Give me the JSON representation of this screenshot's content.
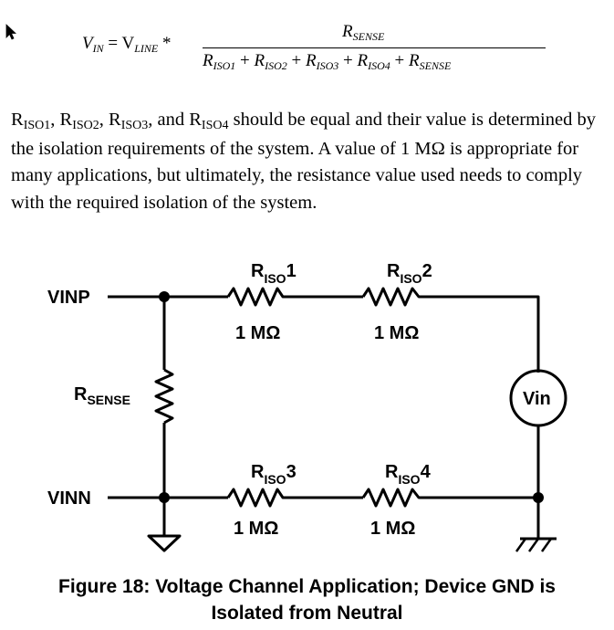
{
  "equation": {
    "lhs_text": "V",
    "lhs_sub": "IN",
    "eq": " = V",
    "line_sub": "LINE",
    "star": " * ",
    "numerator": {
      "r": "R",
      "sub": "SENSE"
    },
    "denominator": [
      {
        "r": "R",
        "sub": "ISO1",
        "after": " + "
      },
      {
        "r": "R",
        "sub": "ISO2",
        "after": " + "
      },
      {
        "r": "R",
        "sub": "ISO3",
        "after": " + "
      },
      {
        "r": "R",
        "sub": "ISO4",
        "after": " + "
      },
      {
        "r": "R",
        "sub": "SENSE",
        "after": ""
      }
    ]
  },
  "paragraph": {
    "r1": "R",
    "r1_sub": "ISO1",
    "sep1": ", ",
    "r2": "R",
    "r2_sub": "ISO2",
    "sep2": ", ",
    "r3": "R",
    "r3_sub": "ISO3",
    "sep3": ", and ",
    "r4": "R",
    "r4_sub": "ISO4",
    "text": " should be equal and their value is determined by the isolation requirements of the system. A value of 1 MΩ is appropriate for many applications, but ultimately, the resistance value used needs to comply with the required isolation of the system."
  },
  "schematic": {
    "vinp": "VINP",
    "vinn": "VINN",
    "rsense_r": "R",
    "rsense_sub": "SENSE",
    "meter": "Vin",
    "resistors": [
      {
        "r": "R",
        "sub": "ISO",
        "num": "1",
        "value": "1 MΩ"
      },
      {
        "r": "R",
        "sub": "ISO",
        "num": "2",
        "value": "1 MΩ"
      },
      {
        "r": "R",
        "sub": "ISO",
        "num": "3",
        "value": "1 MΩ"
      },
      {
        "r": "R",
        "sub": "ISO",
        "num": "4",
        "value": "1 MΩ"
      }
    ]
  },
  "caption": {
    "line1": "Figure 18: Voltage Channel Application; Device GND is",
    "line2": "Isolated from Neutral"
  }
}
